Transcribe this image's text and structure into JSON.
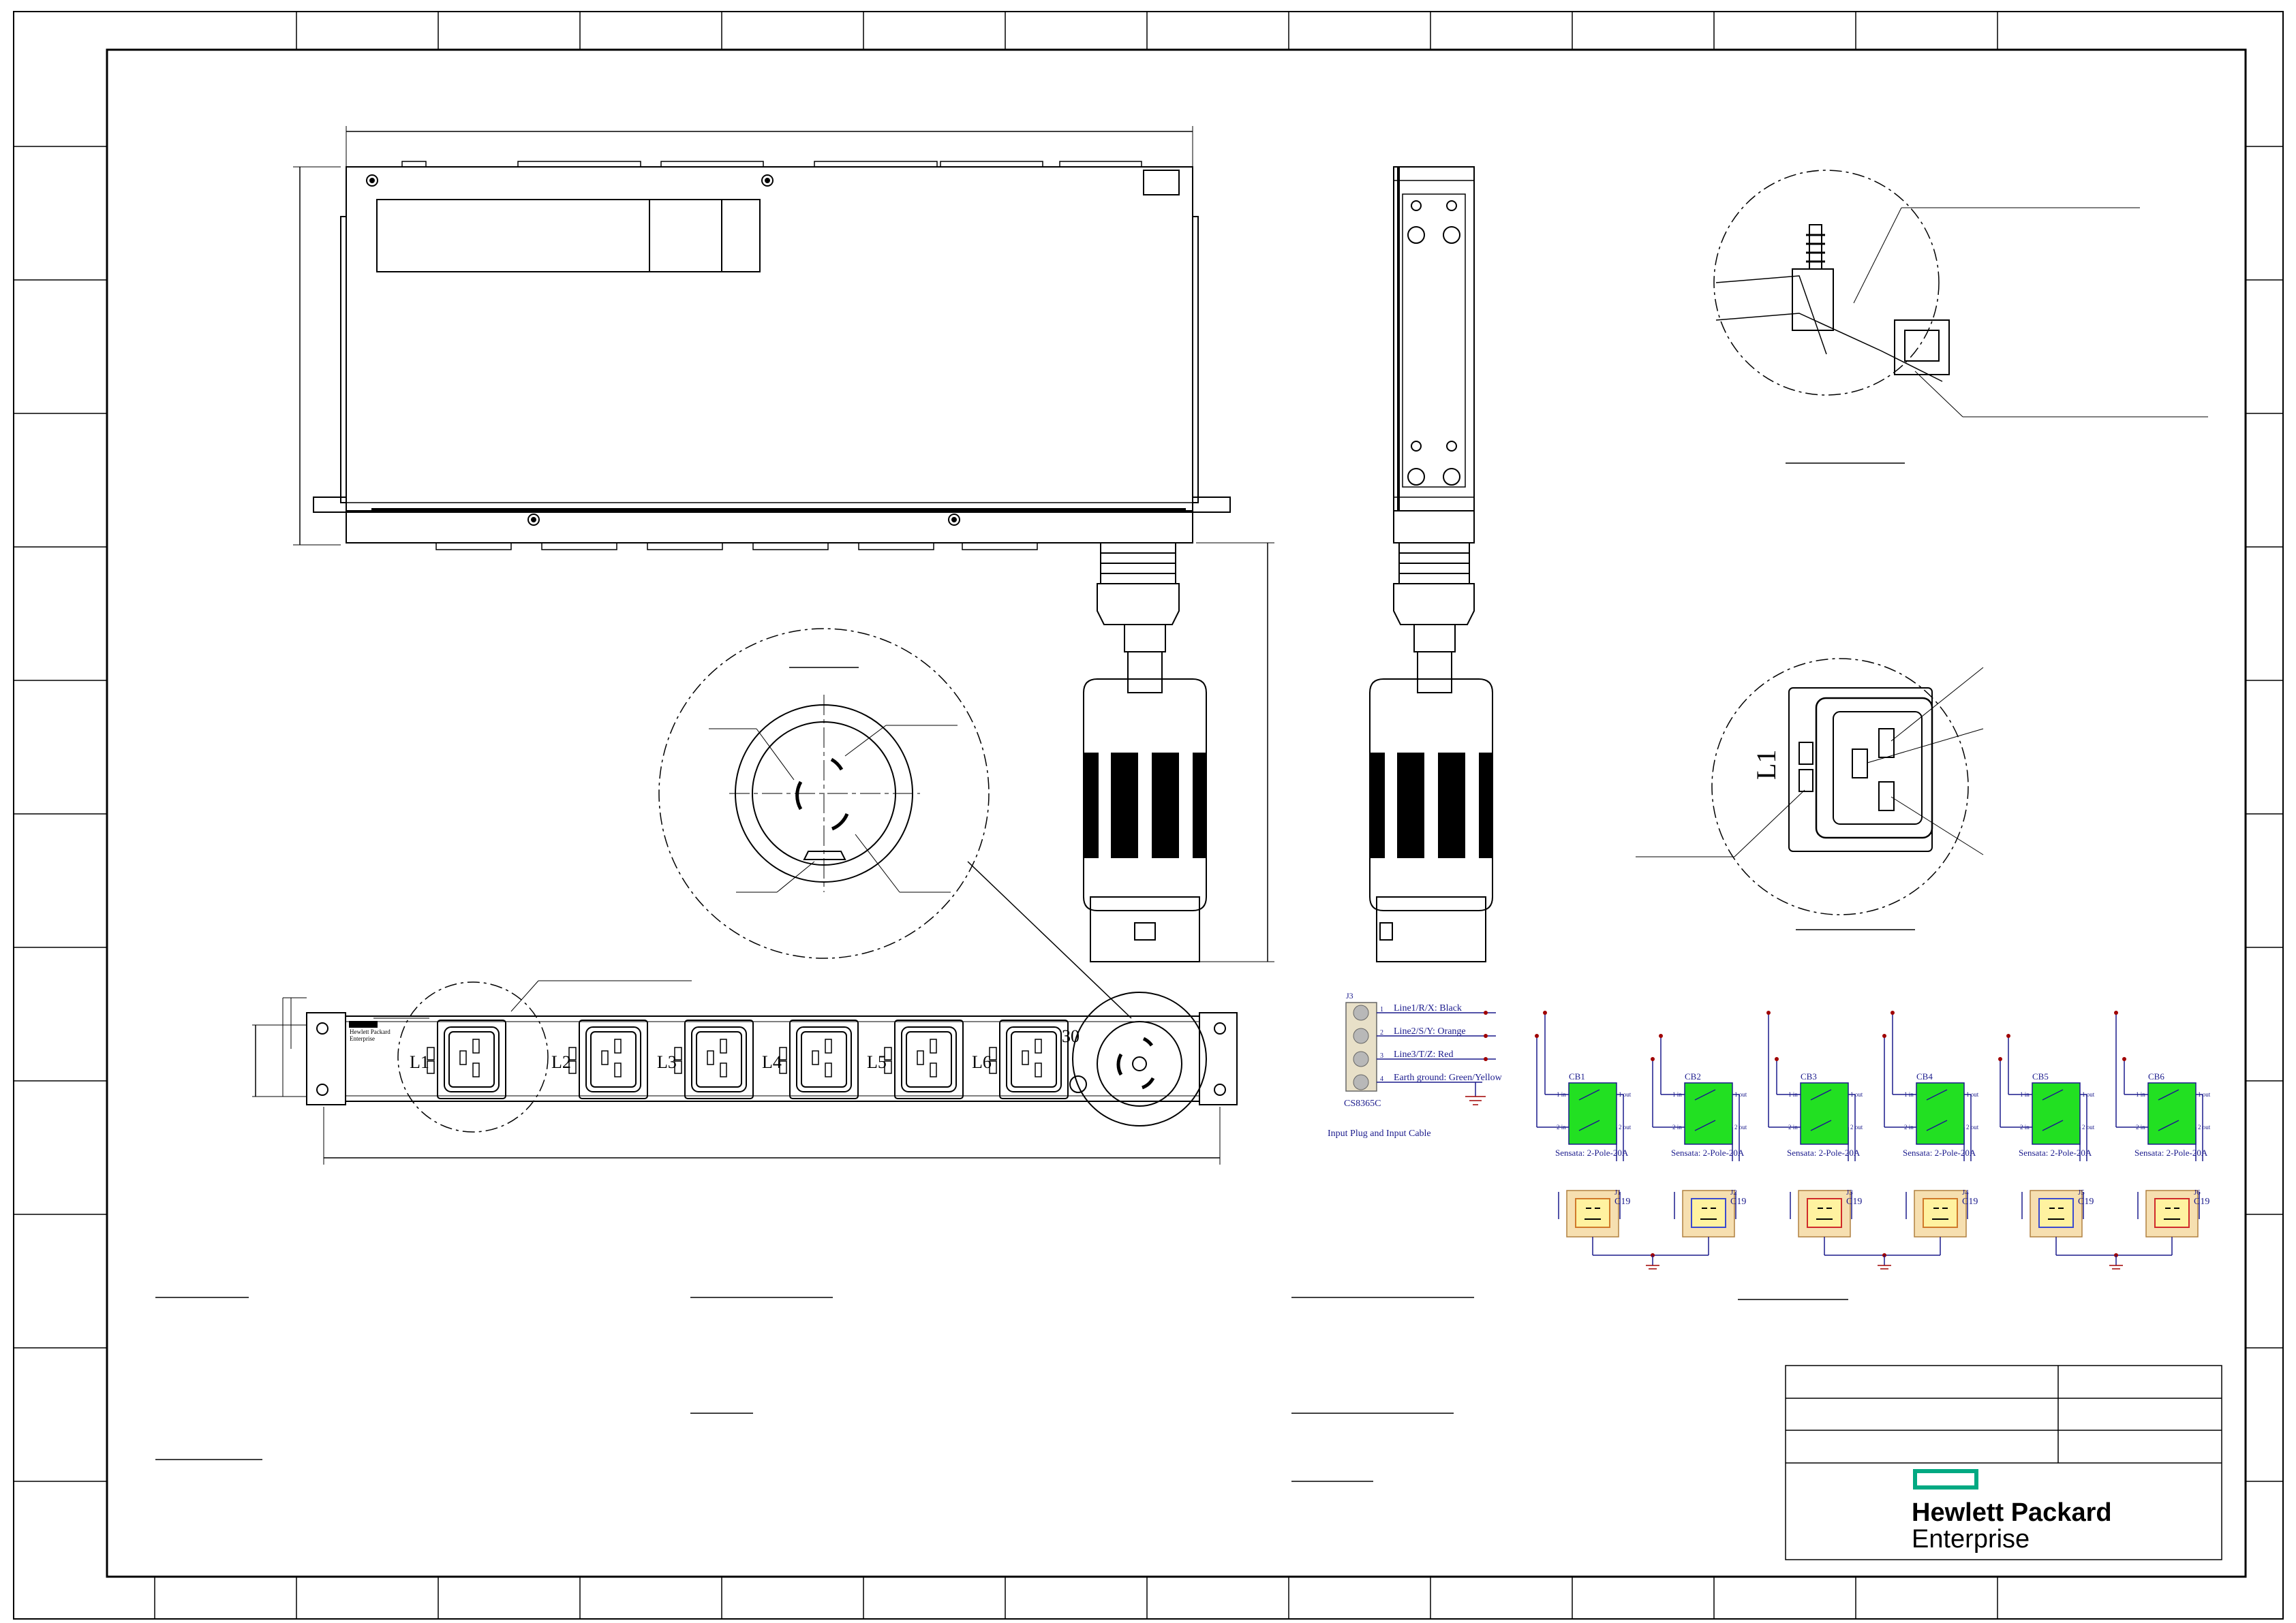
{
  "outlets": {
    "labels": [
      "L1",
      "L2",
      "L3",
      "L4",
      "L5",
      "L6"
    ],
    "inlet_label": "30"
  },
  "detail_views": {
    "zoom_outlet_label": "L1"
  },
  "input_plug": {
    "connector_ref": "J3",
    "connector_part": "CS8365C",
    "pins": [
      "1",
      "2",
      "3",
      "4"
    ],
    "lines": [
      "Line1/R/X: Black",
      "Line2/S/Y: Orange",
      "Line3/T/Z: Red",
      "Earth ground: Green/Yellow"
    ],
    "caption": "Input Plug and Input Cable"
  },
  "breakers": [
    {
      "name": "CB1",
      "sensata": "Sensata: 2-Pole-20A",
      "in1": "1 in",
      "in2": "2 in",
      "out1": "1 out",
      "out2": "2 out"
    },
    {
      "name": "CB2",
      "sensata": "Sensata: 2-Pole-20A",
      "in1": "1 in",
      "in2": "2 in",
      "out1": "1 out",
      "out2": "2 out"
    },
    {
      "name": "CB3",
      "sensata": "Sensata: 2-Pole-20A",
      "in1": "1 in",
      "in2": "2 in",
      "out1": "1 out",
      "out2": "2 out"
    },
    {
      "name": "CB4",
      "sensata": "Sensata: 2-Pole-20A",
      "in1": "1 in",
      "in2": "2 in",
      "out1": "1 out",
      "out2": "2 out"
    },
    {
      "name": "CB5",
      "sensata": "Sensata: 2-Pole-20A",
      "in1": "1 in",
      "in2": "2 in",
      "out1": "1 out",
      "out2": "2 out"
    },
    {
      "name": "CB6",
      "sensata": "Sensata: 2-Pole-20A",
      "in1": "1 in",
      "in2": "2 in",
      "out1": "1 out",
      "out2": "2 out"
    }
  ],
  "receptacles": [
    {
      "ref": "J1",
      "type": "C19",
      "fill": "#fff2a0",
      "stroke": "#d07a2a"
    },
    {
      "ref": "J2",
      "type": "C19",
      "fill": "#fff2a0",
      "stroke": "#3a4ad0"
    },
    {
      "ref": "J3",
      "type": "C19",
      "fill": "#fff2a0",
      "stroke": "#d02a2a"
    },
    {
      "ref": "J4",
      "type": "C19",
      "fill": "#fff2a0",
      "stroke": "#d07a2a"
    },
    {
      "ref": "J5",
      "type": "C19",
      "fill": "#fff2a0",
      "stroke": "#3a4ad0"
    },
    {
      "ref": "J6",
      "type": "C19",
      "fill": "#fff2a0",
      "stroke": "#d02a2a"
    }
  ],
  "brand": {
    "line1": "Hewlett Packard",
    "line2": "Enterprise",
    "accent": "#01a982"
  },
  "colors": {
    "breaker_fill": "#22e022",
    "wire": "#1a1a8c",
    "node": "#a00000"
  }
}
